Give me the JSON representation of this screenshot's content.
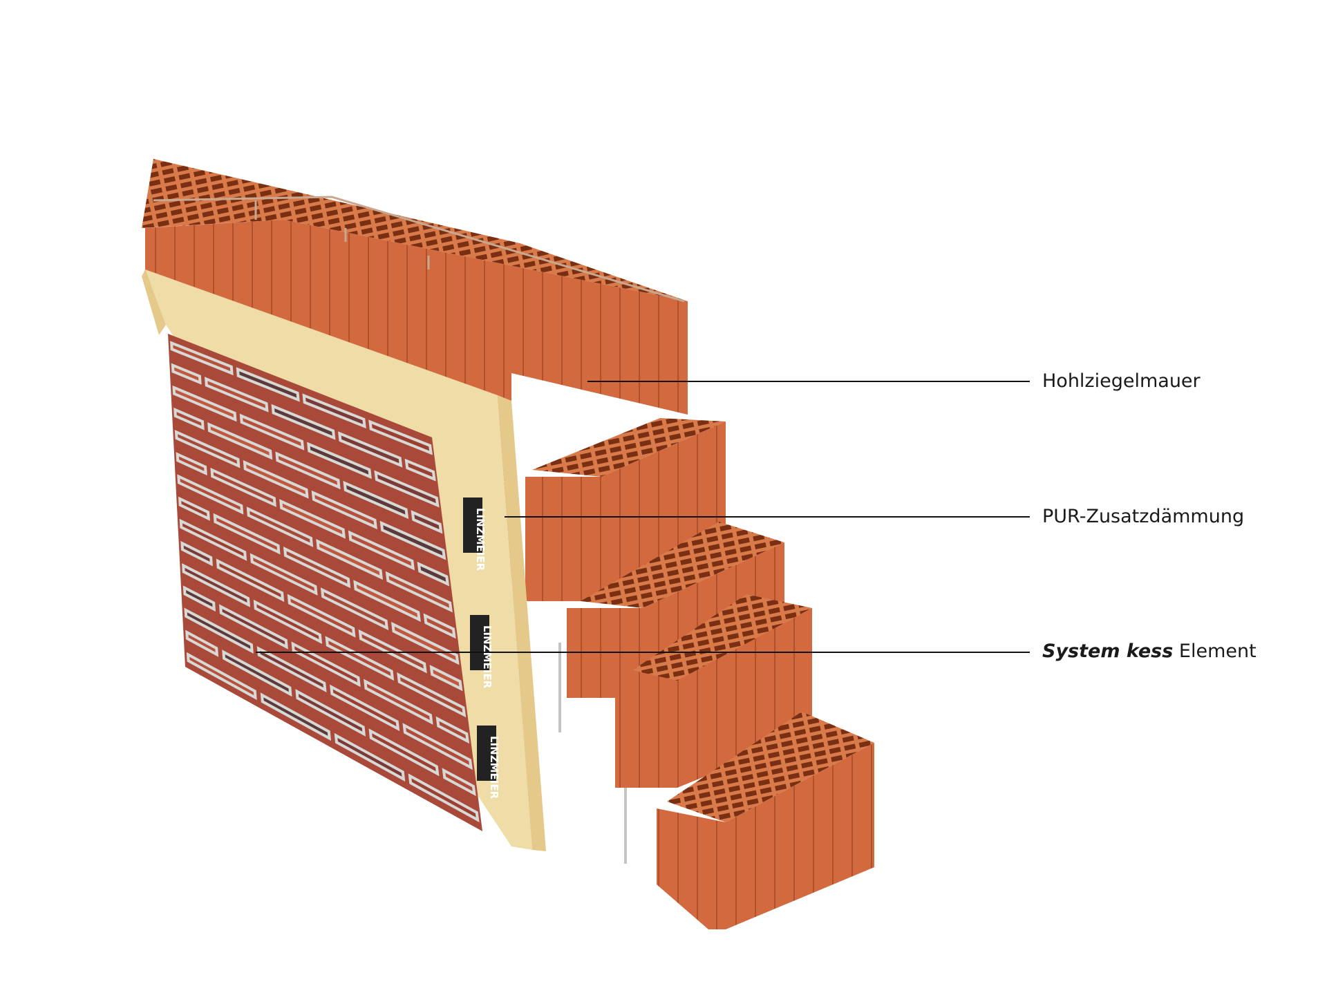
{
  "labels": [
    {
      "text": "Hohlziegelmauer"
    },
    {
      "text": "PUR-Zusatzdämmung"
    },
    {
      "emphasis": "System kess",
      "text": "Element"
    }
  ],
  "insulation_print": "LINZMEIER",
  "colors": {
    "brick_face": "#d2693f",
    "brick_top": "#d97a4a",
    "brick_holes": "#7a2f12",
    "insulation_face": "#efdca6",
    "insulation_side": "#e5c98a",
    "clinker_base": "#a8493a",
    "clinker_dark": "#5a3a3a",
    "mortar": "#d8d8d4",
    "leader_line": "#111111"
  }
}
